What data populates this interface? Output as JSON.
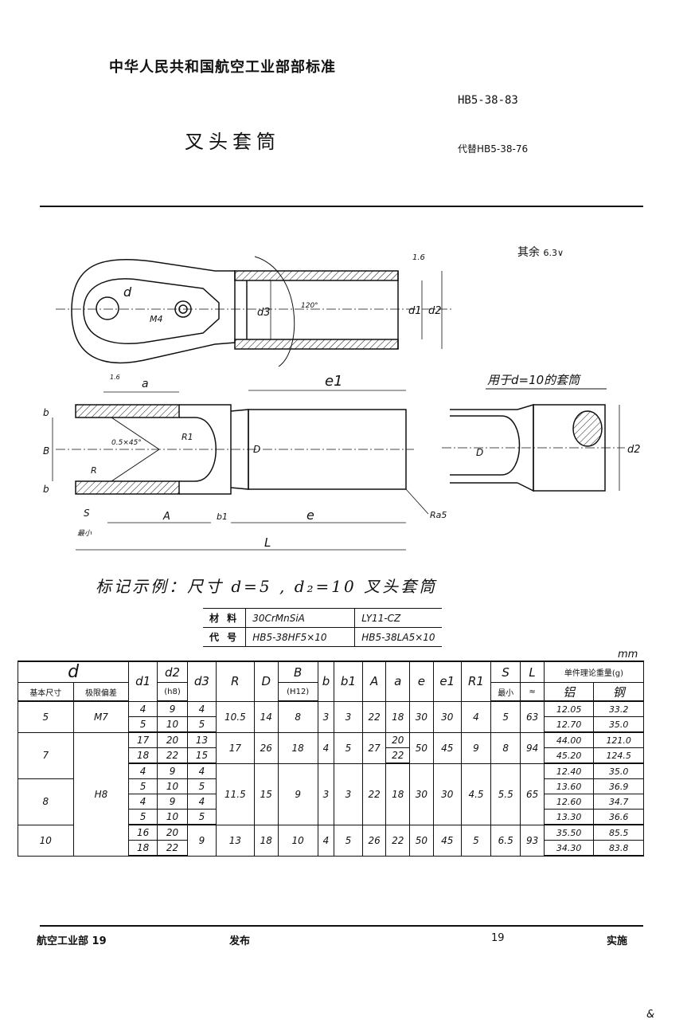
{
  "header": {
    "standard_org": "中华人民共和国航空工业部部标准",
    "standard_number": "HB5-38-83",
    "title": "叉头套筒",
    "replaces": "代替HB5-38-76"
  },
  "drawing": {
    "roughness_rest_label": "其余",
    "roughness_rest_value": "6.3",
    "roughness_1": "1.6",
    "label_d": "d",
    "label_M4": "M4",
    "label_d3": "d3",
    "label_angle": "120°",
    "label_d1": "d1",
    "label_d2": "d2",
    "label_a": "a",
    "label_e1": "e1",
    "label_1_6": "1.6",
    "label_b": "b",
    "label_B": "B",
    "label_chamfer": "0.5×45°",
    "label_R1": "R1",
    "label_R": "R",
    "label_D": "D",
    "label_S": "S",
    "label_A": "A",
    "label_b1": "b1",
    "label_e": "e",
    "label_L": "L",
    "label_min": "最小",
    "label_ra": "Ra5",
    "side_view_caption": "用于d=10的套筒",
    "side_D": "D",
    "side_d2": "d2"
  },
  "example": "标记示例：尺寸 d=5 , d₂=10 叉头套筒",
  "material_table": {
    "rows": [
      {
        "label": "材 料",
        "v1": "30CrMnSiA",
        "v2": "LY11-CZ"
      },
      {
        "label": "代 号",
        "v1": "HB5-38HF5×10",
        "v2": "HB5-38LA5×10"
      }
    ]
  },
  "units": "mm",
  "dim_table": {
    "headers": {
      "d": "d",
      "d_basic": "基本尺寸",
      "d_tol": "极限偏差",
      "d1": "d1",
      "d2": "d2",
      "d2_sub": "(h8)",
      "d3": "d3",
      "R": "R",
      "D": "D",
      "B": "B",
      "B_sub": "(H12)",
      "b": "b",
      "b1": "b1",
      "A": "A",
      "a": "a",
      "e": "e",
      "e1": "e1",
      "R1": "R1",
      "S": "S",
      "S_sub": "最小",
      "L": "L",
      "L_sub": "≈",
      "weight": "单件理论重量(g)",
      "w_al": "铝",
      "w_steel": "钢"
    },
    "rows": [
      {
        "d": "5",
        "tol": "M7",
        "d1": "4",
        "d2": "9",
        "d3": "4",
        "R": "10.5",
        "D": "14",
        "B": "8",
        "b": "3",
        "b1": "3",
        "A": "22",
        "a": "18",
        "e": "30",
        "e1": "30",
        "R1": "4",
        "S": "5",
        "L": "63",
        "al": "12.05",
        "st": "33.2"
      },
      {
        "d1": "5",
        "d2": "10",
        "d3": "5",
        "al": "12.70",
        "st": "35.0"
      },
      {
        "d": "7",
        "d1": "17",
        "d2": "20",
        "d3": "13",
        "R": "17",
        "D": "26",
        "B": "18",
        "b": "4",
        "b1": "5",
        "A": "27",
        "a": "20",
        "e": "50",
        "e1": "45",
        "R1": "9",
        "S": "8",
        "L": "94",
        "al": "44.00",
        "st": "121.0"
      },
      {
        "d1": "18",
        "d2": "22",
        "d3": "15",
        "a": "22",
        "al": "45.20",
        "st": "124.5"
      },
      {
        "d1": "4",
        "d2": "9",
        "d3": "4",
        "al": "12.40",
        "st": "35.0"
      },
      {
        "tol": "H8",
        "d1": "5",
        "d2": "10",
        "d3": "5",
        "R": "11.5",
        "D": "15",
        "B": "9",
        "b": "3",
        "b1": "3",
        "A": "22",
        "a": "18",
        "e": "30",
        "e1": "30",
        "R1": "4.5",
        "S": "5.5",
        "L": "65",
        "al": "13.60",
        "st": "36.9"
      },
      {
        "d": "8",
        "d1": "4",
        "d2": "9",
        "d3": "4",
        "al": "12.60",
        "st": "34.7"
      },
      {
        "d1": "5",
        "d2": "10",
        "d3": "5",
        "al": "13.30",
        "st": "36.6"
      },
      {
        "d": "10",
        "d1": "16",
        "d2": "20",
        "d3": "9",
        "R": "13",
        "D": "18",
        "B": "10",
        "b": "4",
        "b1": "5",
        "A": "26",
        "a": "22",
        "e": "50",
        "e1": "45",
        "R1": "5",
        "S": "6.5",
        "L": "93",
        "al": "35.50",
        "st": "85.5"
      },
      {
        "d1": "18",
        "d2": "22",
        "al": "34.30",
        "st": "83.8"
      }
    ]
  },
  "footer": {
    "issuer": "航空工业部 19",
    "issue": "发布",
    "year": "19",
    "effective": "实施"
  },
  "page_mark": "&"
}
